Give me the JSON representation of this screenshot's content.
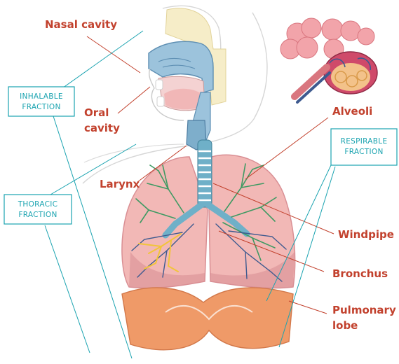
{
  "colors": {
    "organ_label": "#c2412d",
    "fraction": "#1aa3b0",
    "lung_fill": "#f2b8b6",
    "lung_inner": "#d98f94",
    "diaphragm": "#ef9a68",
    "nasal_cavity": "#9cc3dc",
    "vessel_green": "#3f9a63",
    "vessel_blue": "#3e5a8f",
    "bronchus_yellow": "#f2c43a",
    "trachea": "#6fb0c8"
  },
  "organ_labels": {
    "nasal_cavity": "Nasal cavity",
    "oral_cavity_line1": "Oral",
    "oral_cavity_line2": "cavity",
    "larynx": "Larynx",
    "alveoli": "Alveoli",
    "windpipe": "Windpipe",
    "bronchus": "Bronchus",
    "pulmonary_lobe_line1": "Pulmonary",
    "pulmonary_lobe_line2": "lobe"
  },
  "fraction_labels": {
    "inhalable_line1": "INHALABLE",
    "inhalable_line2": "FRACTION",
    "thoracic_line1": "THORACIC",
    "thoracic_line2": "FRACTION",
    "respirable_line1": "RESPIRABLE",
    "respirable_line2": "FRACTION"
  }
}
